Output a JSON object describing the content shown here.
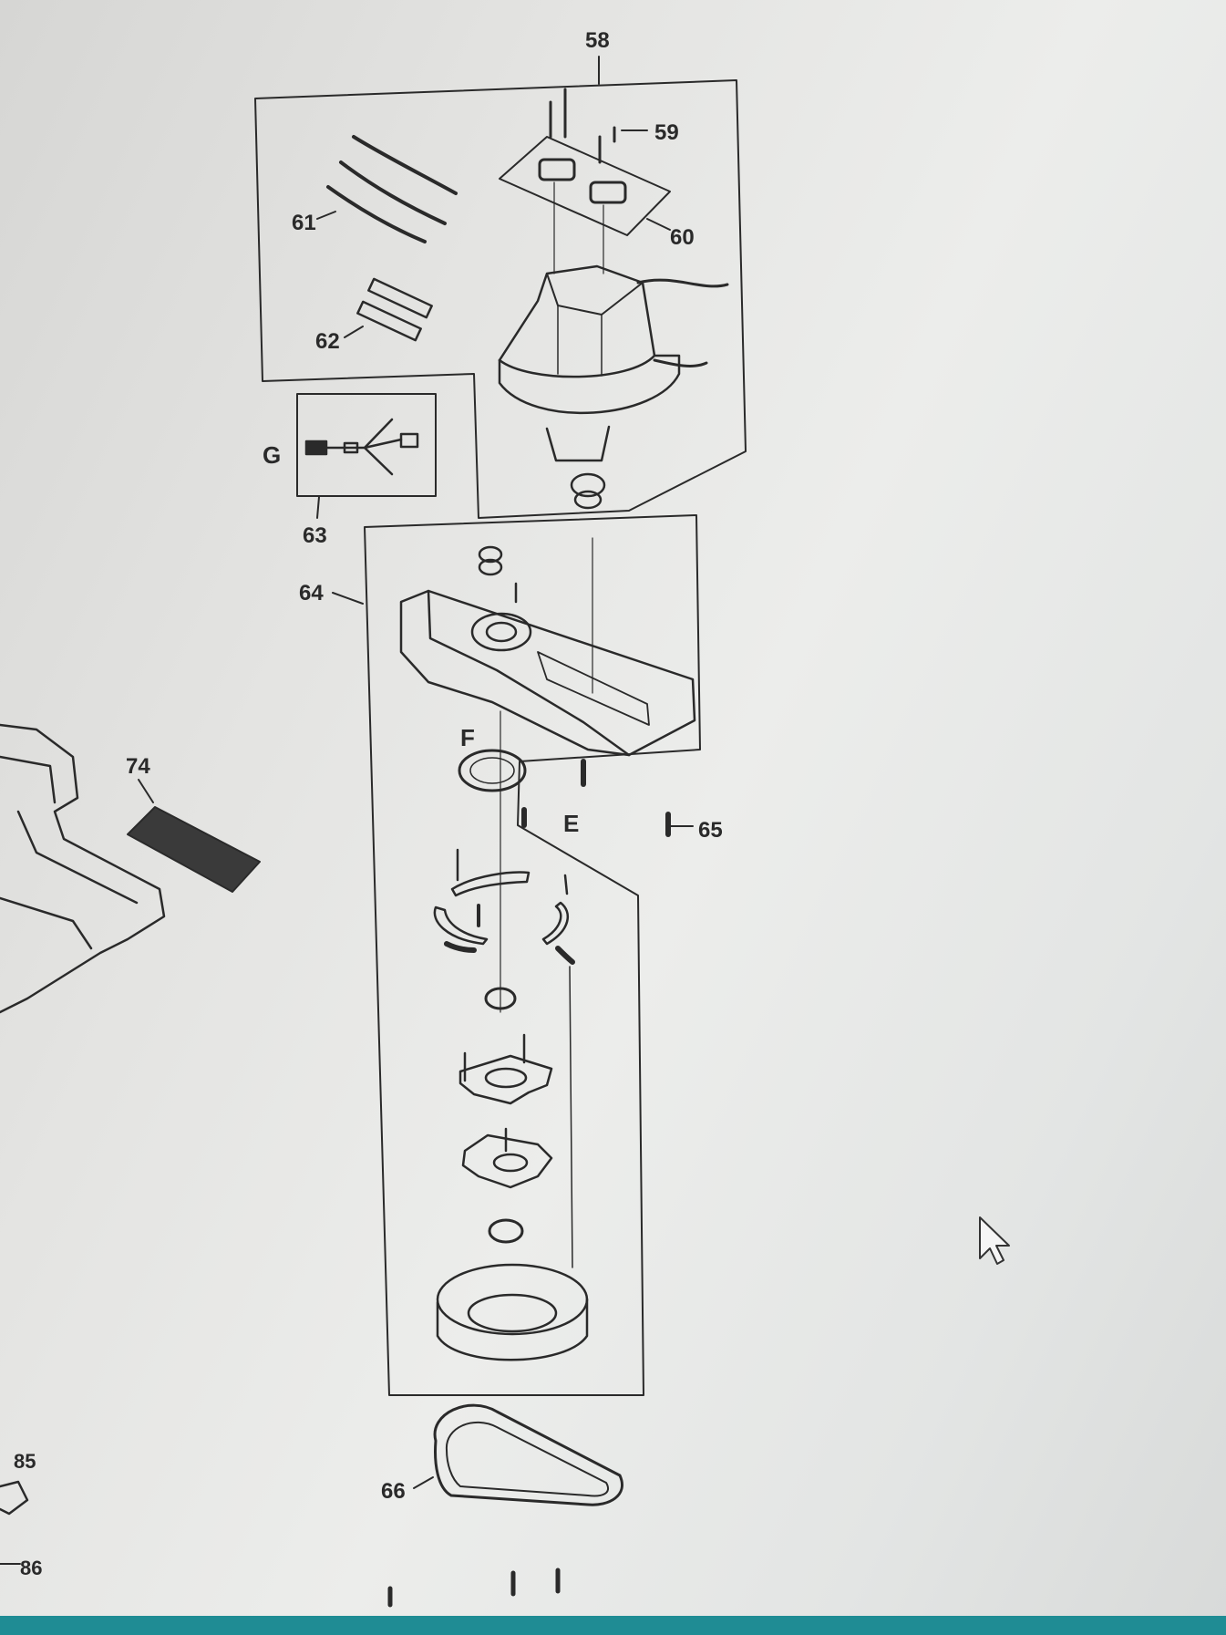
{
  "diagram": {
    "labels": {
      "p58": "58",
      "p59": "59",
      "p60": "60",
      "p61": "61",
      "p62": "62",
      "g": "G",
      "p63": "63",
      "p64": "64",
      "f": "F",
      "e": "E",
      "p65": "65",
      "p74": "74",
      "p85": "85",
      "p86": "86",
      "p66": "66"
    }
  },
  "cursor": {
    "icon": "arrow-cursor-icon"
  },
  "colors": {
    "line": "#2a2a2a",
    "screen_bar": "#1f8c94"
  }
}
